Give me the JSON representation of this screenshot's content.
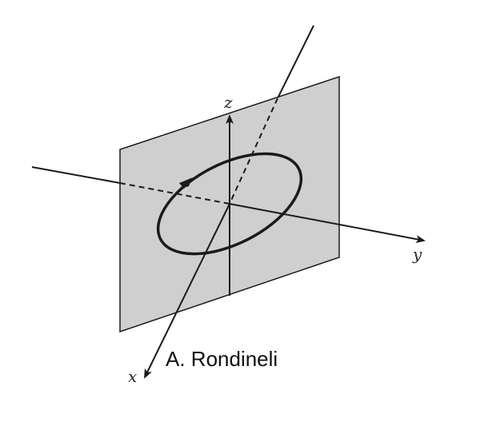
{
  "axes": {
    "x_label": "x",
    "y_label": "y",
    "z_label": "z"
  },
  "caption": "A. Rondineli",
  "colors": {
    "plane_fill": "#cfcfd0",
    "stroke": "#1a1a1a",
    "background": "#ffffff"
  }
}
